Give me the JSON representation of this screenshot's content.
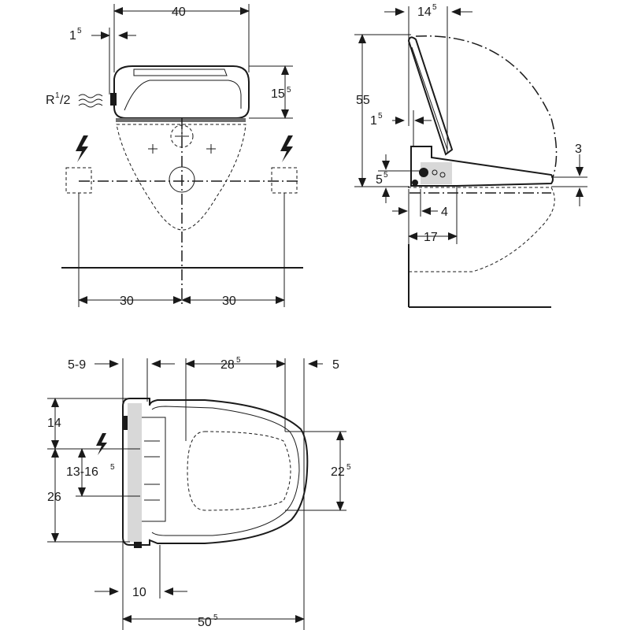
{
  "figure": {
    "front_view": {
      "width": "40",
      "offset_left": "1",
      "offset_left_sup": "5",
      "height": "15",
      "height_sup": "5",
      "connection": "R",
      "connection_sup": "1",
      "connection_sub": "/2",
      "spacing_left": "30",
      "spacing_right": "30"
    },
    "side_view": {
      "top_width": "14",
      "top_width_sup": "5",
      "total_height": "55",
      "offset_left": "1",
      "offset_left_sup": "5",
      "base_height": "5",
      "base_height_sup": "5",
      "gap_right": "3",
      "depth_small": "4",
      "depth_large": "17"
    },
    "top_view": {
      "left_range": "5-9",
      "unit_width": "28",
      "unit_width_sup": "5",
      "right_gap": "5",
      "upper_height": "14",
      "side_range": "13-16",
      "side_range_sup": "5",
      "lower_height": "26",
      "seat_height": "22",
      "seat_height_sup": "5",
      "depth_bottom": "10",
      "total_length": "50",
      "total_length_sup": "5"
    }
  }
}
